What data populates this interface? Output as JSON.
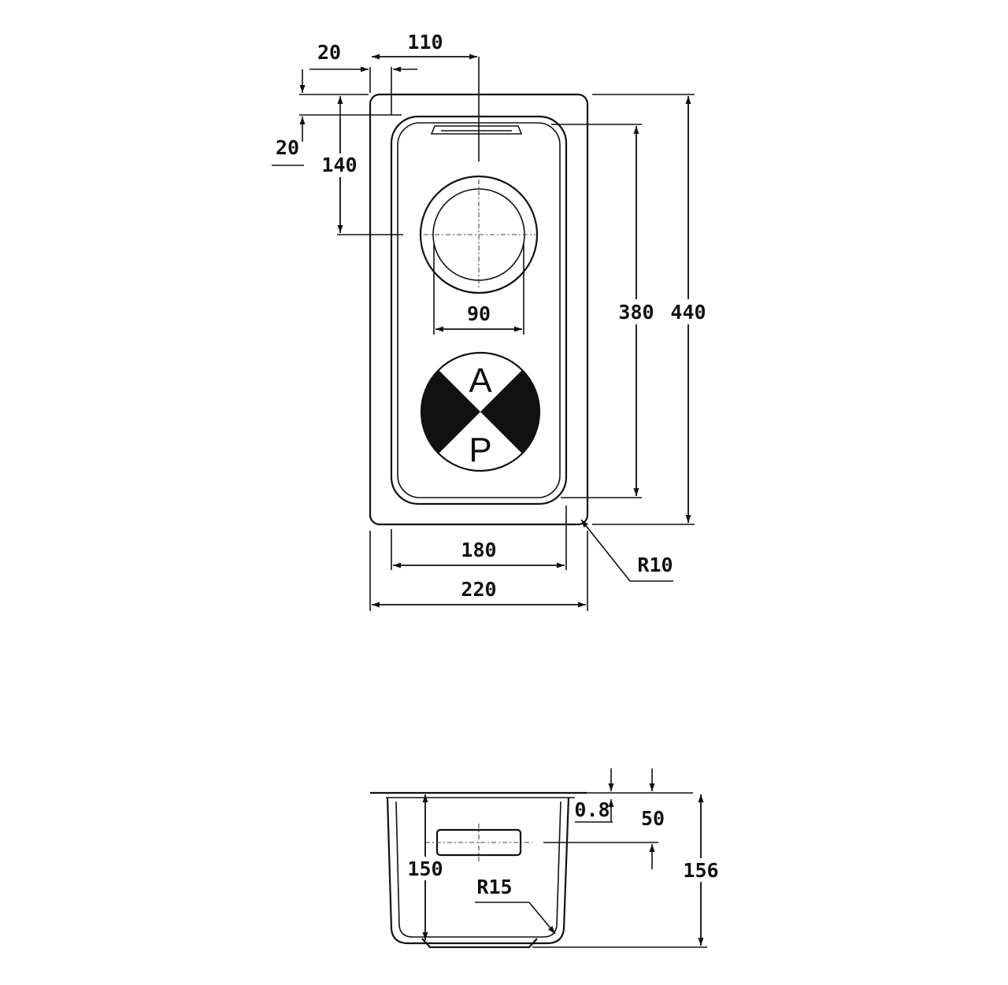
{
  "top_view": {
    "dimensions": {
      "flange_offset_x": "20",
      "drain_offset_x": "110",
      "flange_offset_y": "20",
      "drain_offset_y": "140",
      "drain_diameter": "90",
      "bowl_length": "380",
      "overall_length": "440",
      "bowl_width": "180",
      "overall_width": "220",
      "corner_radius": "R10"
    },
    "logo": {
      "top_letter": "A",
      "bottom_letter": "P"
    }
  },
  "side_view": {
    "dimensions": {
      "thickness": "0.8",
      "overflow_height": "50",
      "bowl_depth": "150",
      "overall_depth": "156",
      "inner_radius": "R15"
    }
  },
  "colors": {
    "line": "#111111",
    "background": "#ffffff"
  }
}
